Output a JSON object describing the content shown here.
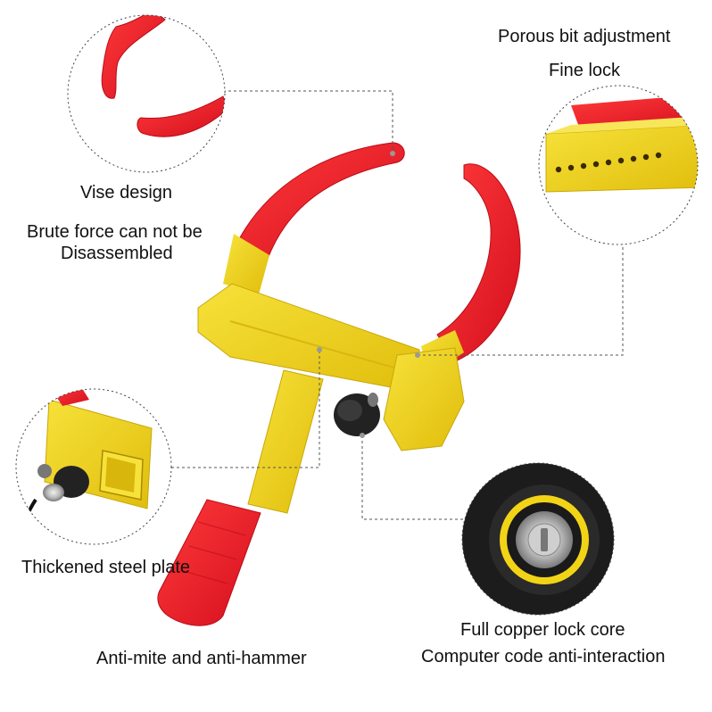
{
  "features": {
    "vise_title": "Vise design",
    "vise_desc_line1": "Brute force can not be",
    "vise_desc_line2": "Disassembled",
    "porous_title": "Porous bit adjustment",
    "porous_desc": "Fine lock",
    "plate_title": "Thickened steel plate",
    "hammer_title": "Anti-mite and anti-hammer",
    "copper_title": "Full copper lock core",
    "copper_desc": "Computer code anti-interaction"
  },
  "colors": {
    "background": "#ffffff",
    "clamp_red": "#e8182a",
    "body_yellow": "#f2d417",
    "leader_line": "#555555"
  }
}
